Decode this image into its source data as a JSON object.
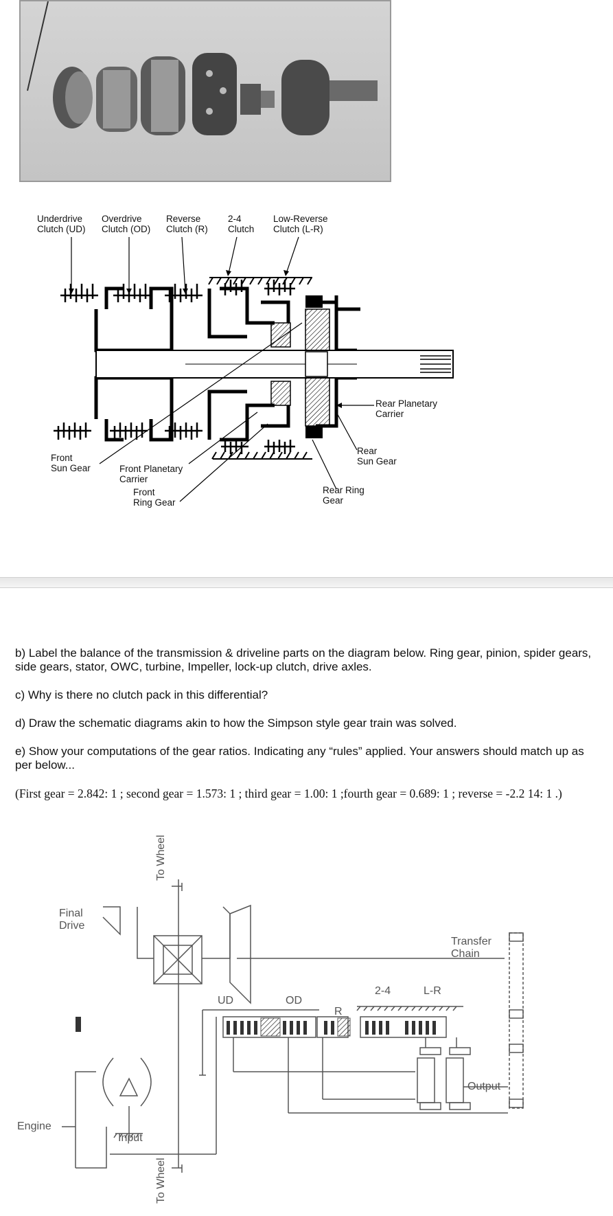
{
  "diagram1": {
    "clutch_labels": [
      "Underdrive\nClutch (UD)",
      "Overdrive\nClutch (OD)",
      "Reverse\nClutch (R)",
      "2-4\nClutch",
      "Low-Reverse\nClutch (L-R)"
    ],
    "parts": {
      "front_sun_gear": "Front\nSun Gear",
      "front_planetary_carrier": "Front Planetary\nCarrier",
      "front_ring_gear": "Front\nRing Gear",
      "rear_planetary_carrier": "Rear Planetary\nCarrier",
      "rear_sun_gear": "Rear\nSun Gear",
      "rear_ring_gear": "Rear Ring\nGear"
    }
  },
  "questions": {
    "b": "b) Label the balance of the transmission & driveline parts on the diagram below. Ring gear, pinion, spider gears, side gears, stator, OWC, turbine, Impeller, lock-up clutch, drive axles.",
    "c": "c) Why is there no clutch pack in this differential?",
    "d": "d) Draw the schematic diagrams akin to how the Simpson style gear train was solved.",
    "e": "e) Show your computations of the gear ratios. Indicating any “rules” applied. Your answers should match up as per below...",
    "answers": "(First gear = 2.842: 1 ; second gear = 1.573: 1 ; third gear = 1.00: 1 ;fourth gear = 0.689: 1 ; reverse = -2.2 14: 1 .)"
  },
  "diagram2": {
    "to_wheel_top": "To Wheel",
    "to_wheel_bottom": "To Wheel",
    "final_drive": "Final\nDrive",
    "transfer_chain": "Transfer\nChain",
    "ud": "UD",
    "od": "OD",
    "r": "R",
    "two_four": "2-4",
    "lr": "L-R",
    "output": "Output",
    "engine": "Engine",
    "input": "Input"
  }
}
